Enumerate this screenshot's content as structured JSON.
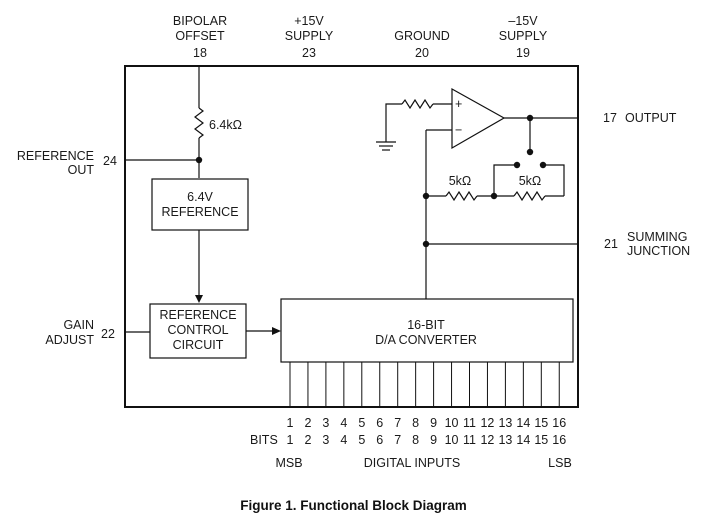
{
  "figure": {
    "caption": "Figure 1.  Functional Block Diagram"
  },
  "top_pins": [
    {
      "lines": [
        "BIPOLAR",
        "OFFSET"
      ],
      "pin": "18"
    },
    {
      "lines": [
        "+15V",
        "SUPPLY"
      ],
      "pin": "23"
    },
    {
      "lines": [
        "GROUND"
      ],
      "pin": "20"
    },
    {
      "lines": [
        "–15V",
        "SUPPLY"
      ],
      "pin": "19"
    }
  ],
  "left_pins": [
    {
      "lines": [
        "REFERENCE",
        "OUT"
      ],
      "pin": "24"
    },
    {
      "lines": [
        "GAIN",
        "ADJUST"
      ],
      "pin": "22"
    }
  ],
  "right_pins": [
    {
      "pin": "17",
      "lines": [
        "OUTPUT"
      ]
    },
    {
      "pin": "21",
      "lines": [
        "SUMMING",
        "JUNCTION"
      ]
    }
  ],
  "blocks": {
    "reference": [
      "6.4V",
      "REFERENCE"
    ],
    "reference_control": [
      "REFERENCE",
      "CONTROL",
      "CIRCUIT"
    ],
    "dac": [
      "16-BIT",
      "D/A CONVERTER"
    ]
  },
  "components": {
    "bipolar_resistor": "6.4kΩ",
    "feedback_resistor_1": "5kΩ",
    "feedback_resistor_2": "5kΩ",
    "opamp_plus": "+",
    "opamp_minus": "−"
  },
  "bits": {
    "pin_numbers": [
      "1",
      "2",
      "3",
      "4",
      "5",
      "6",
      "7",
      "8",
      "9",
      "10",
      "11",
      "12",
      "13",
      "14",
      "15",
      "16"
    ],
    "bit_label": "BITS",
    "bit_numbers": [
      "1",
      "2",
      "3",
      "4",
      "5",
      "6",
      "7",
      "8",
      "9",
      "10",
      "11",
      "12",
      "13",
      "14",
      "15",
      "16"
    ],
    "msb_label": "MSB",
    "inputs_label": "DIGITAL INPUTS",
    "lsb_label": "LSB"
  }
}
